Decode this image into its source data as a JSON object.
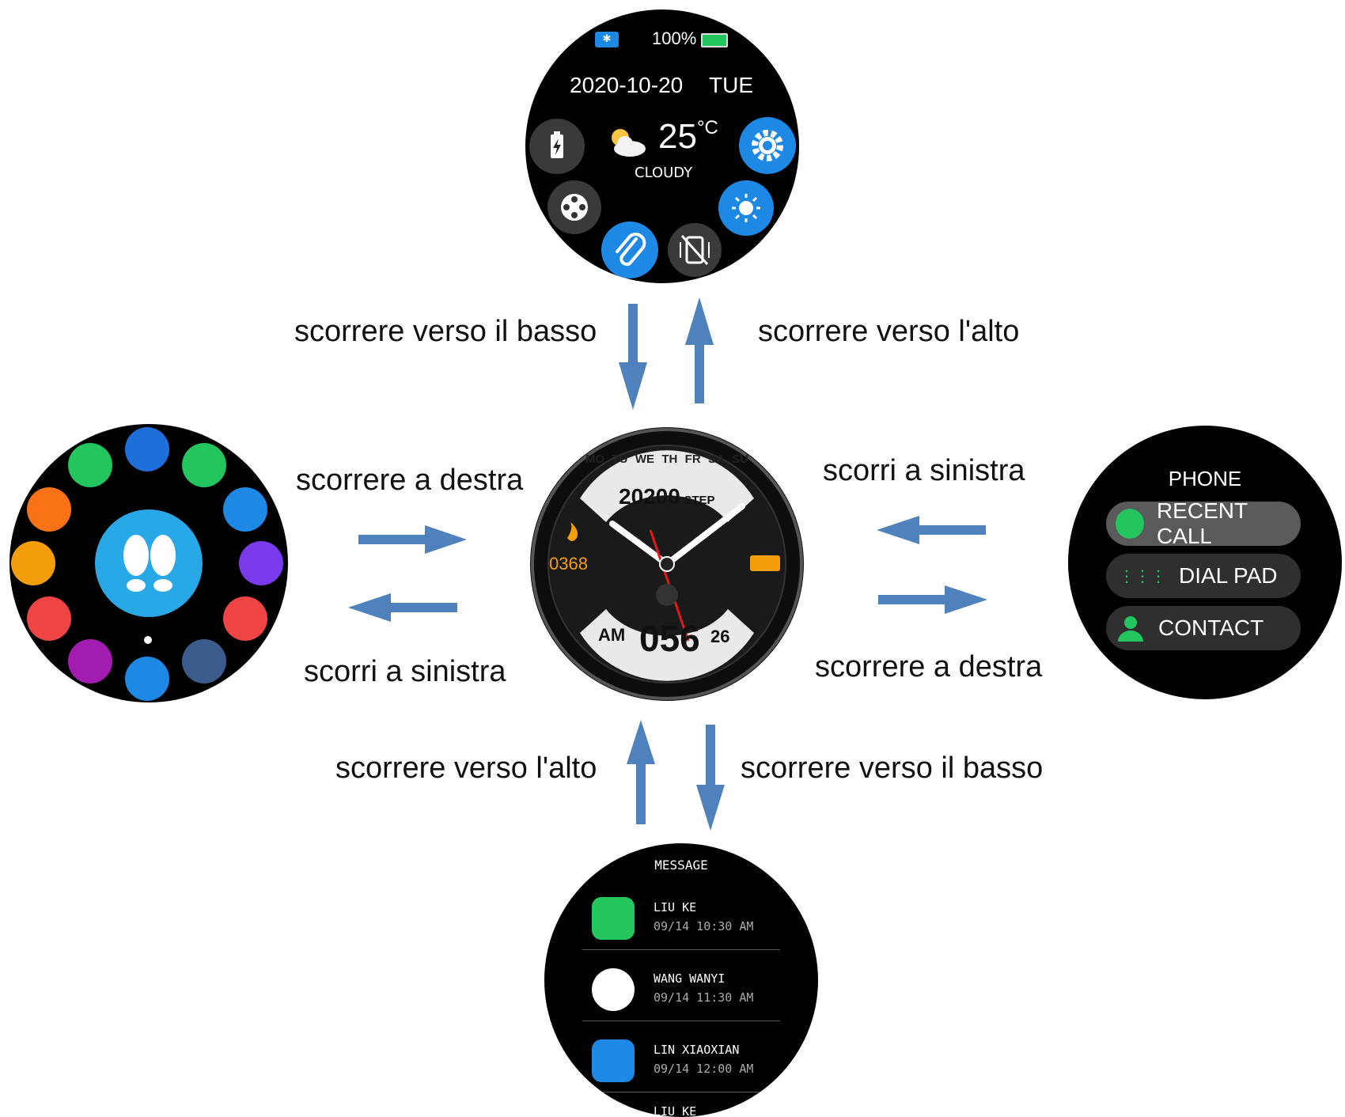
{
  "colors": {
    "arrow": "#4f81bd",
    "accent_blue": "#1e88e5",
    "green": "#22c55e",
    "black": "#000000"
  },
  "labels": {
    "top_down": "scorrere verso il basso",
    "top_up": "scorrere verso l'alto",
    "left_right": "scorrere a destra",
    "left_left": "scorri a sinistra",
    "right_left": "scorri a sinistra",
    "right_right": "scorrere a destra",
    "bottom_up": "scorrere verso l'alto",
    "bottom_down": "scorrere verso il basso"
  },
  "top_watch": {
    "battery": "100%",
    "date": "2020-10-20",
    "weekday": "TUE",
    "temperature": "25",
    "temp_unit": "°C",
    "weather": "CLOUDY",
    "icons": [
      "bluetooth-icon",
      "battery-icon",
      "cloud-sun-icon",
      "settings-icon",
      "film-icon",
      "brightness-icon",
      "clip-icon",
      "vibrate-off-icon"
    ]
  },
  "center_watch": {
    "days": [
      "MO",
      "TU",
      "WE",
      "TH",
      "FR",
      "SA",
      "SU"
    ],
    "steps": "20200",
    "steps_unit": "STEP",
    "calories": "0368",
    "ampm": "AM",
    "time_main": "056",
    "time_small": "26"
  },
  "right_watch": {
    "title": "PHONE",
    "items": [
      {
        "label": "RECENT CALL",
        "icon": "clock-icon"
      },
      {
        "label": "DIAL PAD",
        "icon": "dialpad-icon"
      },
      {
        "label": "CONTACT",
        "icon": "contact-icon"
      }
    ]
  },
  "bottom_watch": {
    "title": "MESSAGE",
    "messages": [
      {
        "name": "LIU KE",
        "time": "09/14 10:30 AM",
        "app": "whatsapp-icon"
      },
      {
        "name": "WANG WANYI",
        "time": "09/14 11:30 AM",
        "app": "facebook-icon"
      },
      {
        "name": "LIN XIAOXIAN",
        "time": "09/14 12:00 AM",
        "app": "skype-icon"
      },
      {
        "name": "LIU KE",
        "time": "",
        "app": ""
      }
    ]
  },
  "left_watch": {
    "icons": [
      "oxygen-icon",
      "weather-icon",
      "message-icon",
      "temperature-icon",
      "camera-icon",
      "run-icon",
      "steps-icon",
      "music-icon",
      "heart-icon",
      "game-icon",
      "sleep-icon",
      "footprint-icon",
      "settings-icon"
    ]
  }
}
